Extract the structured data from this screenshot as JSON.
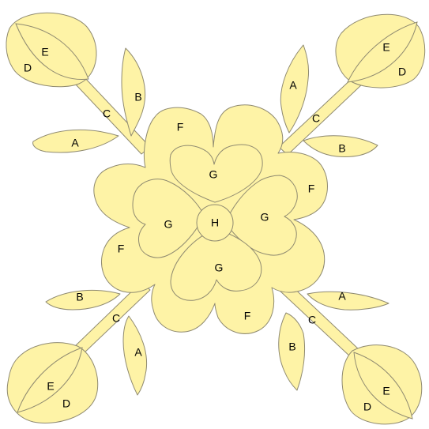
{
  "diagram": {
    "colors": {
      "fill": "#fef3a6",
      "stroke": "#8f8a70",
      "text": "#000000",
      "background": "#ffffff"
    },
    "pieces": {
      "A": "A",
      "B": "B",
      "C": "C",
      "D": "D",
      "E": "E",
      "F": "F",
      "G": "G",
      "H": "H"
    }
  }
}
